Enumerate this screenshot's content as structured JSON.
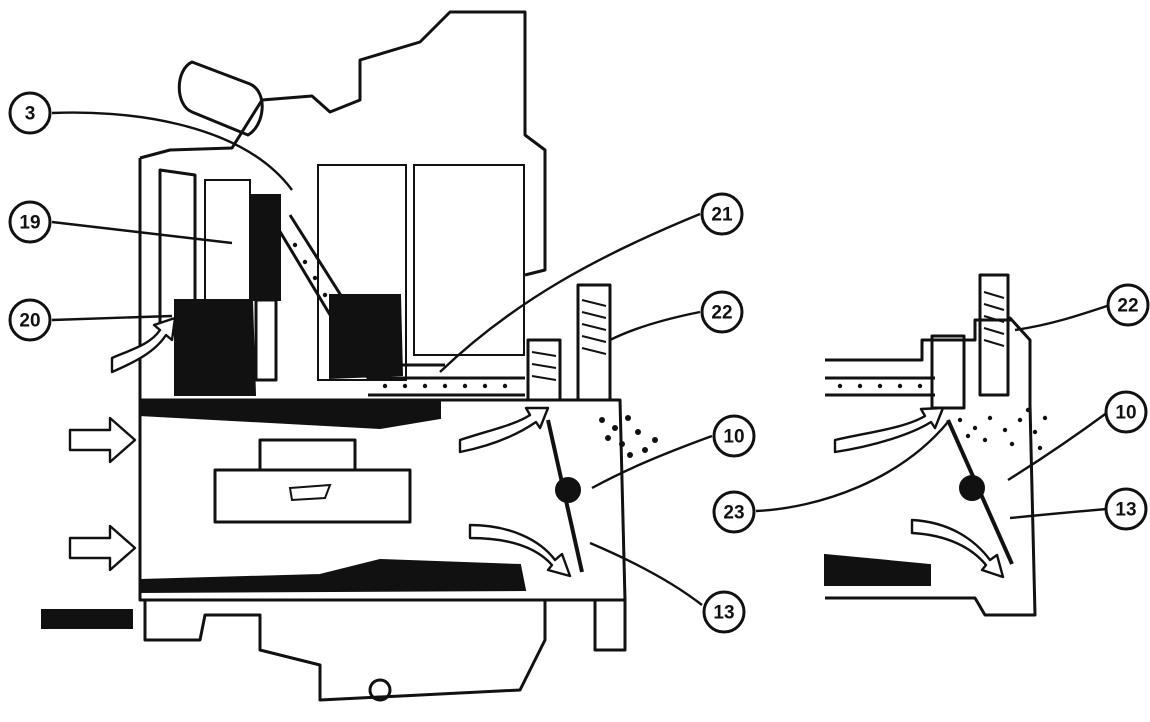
{
  "callouts": {
    "main": [
      {
        "id": "c3",
        "label": "3"
      },
      {
        "id": "c19",
        "label": "19"
      },
      {
        "id": "c20",
        "label": "20"
      },
      {
        "id": "c21",
        "label": "21"
      },
      {
        "id": "c22",
        "label": "22"
      },
      {
        "id": "c10",
        "label": "10"
      },
      {
        "id": "c13",
        "label": "13"
      }
    ],
    "detail": [
      {
        "id": "d22",
        "label": "22"
      },
      {
        "id": "d10",
        "label": "10"
      },
      {
        "id": "d23",
        "label": "23"
      },
      {
        "id": "d13",
        "label": "13"
      }
    ]
  },
  "colors": {
    "ink": "#111111",
    "paper": "#ffffff"
  }
}
